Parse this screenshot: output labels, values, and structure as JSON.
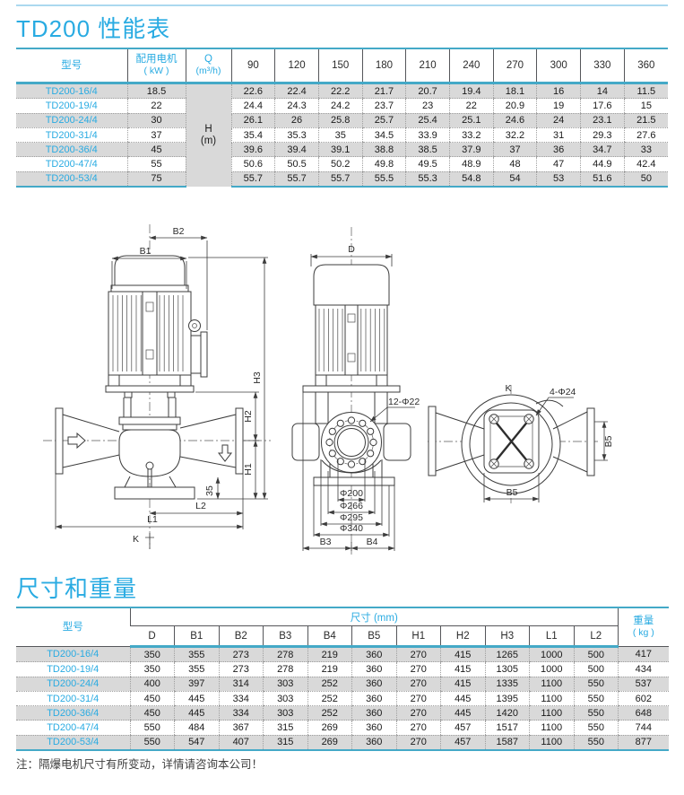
{
  "page": {
    "title_performance": "TD200 性能表",
    "title_dimensions": "尺寸和重量",
    "note": "注：隔爆电机尺寸有所变动，详情请咨询本公司！",
    "accent_color": "#29abe2",
    "table_line_color": "#44a9c7",
    "stripe_color": "#d9d9d9"
  },
  "performance_table": {
    "model_label": "型号",
    "power_label": "配用电机",
    "power_unit": "( kW )",
    "q_label": "Q",
    "q_unit": "(m³/h)",
    "h_label": "H",
    "h_unit": "(m)",
    "flows": [
      "90",
      "120",
      "150",
      "180",
      "210",
      "240",
      "270",
      "300",
      "330",
      "360"
    ],
    "rows": [
      {
        "model": "TD200-16/4",
        "power": "18.5",
        "heads": [
          "22.6",
          "22.4",
          "22.2",
          "21.7",
          "20.7",
          "19.4",
          "18.1",
          "16",
          "14",
          "11.5"
        ]
      },
      {
        "model": "TD200-19/4",
        "power": "22",
        "heads": [
          "24.4",
          "24.3",
          "24.2",
          "23.7",
          "23",
          "22",
          "20.9",
          "19",
          "17.6",
          "15"
        ]
      },
      {
        "model": "TD200-24/4",
        "power": "30",
        "heads": [
          "26.1",
          "26",
          "25.8",
          "25.7",
          "25.4",
          "25.1",
          "24.6",
          "24",
          "23.1",
          "21.5"
        ]
      },
      {
        "model": "TD200-31/4",
        "power": "37",
        "heads": [
          "35.4",
          "35.3",
          "35",
          "34.5",
          "33.9",
          "33.2",
          "32.2",
          "31",
          "29.3",
          "27.6"
        ]
      },
      {
        "model": "TD200-36/4",
        "power": "45",
        "heads": [
          "39.6",
          "39.4",
          "39.1",
          "38.8",
          "38.5",
          "37.9",
          "37",
          "36",
          "34.7",
          "33"
        ]
      },
      {
        "model": "TD200-47/4",
        "power": "55",
        "heads": [
          "50.6",
          "50.5",
          "50.2",
          "49.8",
          "49.5",
          "48.9",
          "48",
          "47",
          "44.9",
          "42.4"
        ]
      },
      {
        "model": "TD200-53/4",
        "power": "75",
        "heads": [
          "55.7",
          "55.7",
          "55.7",
          "55.5",
          "55.3",
          "54.8",
          "54",
          "53",
          "51.6",
          "50"
        ]
      }
    ]
  },
  "dimension_table": {
    "model_label": "型号",
    "size_label": "尺寸 (mm)",
    "weight_label": "重量",
    "weight_unit": "( kg )",
    "columns": [
      "D",
      "B1",
      "B2",
      "B3",
      "B4",
      "B5",
      "H1",
      "H2",
      "H3",
      "L1",
      "L2"
    ],
    "rows": [
      {
        "model": "TD200-16/4",
        "values": [
          "350",
          "355",
          "273",
          "278",
          "219",
          "360",
          "270",
          "415",
          "1265",
          "1000",
          "500"
        ],
        "weight": "417"
      },
      {
        "model": "TD200-19/4",
        "values": [
          "350",
          "355",
          "273",
          "278",
          "219",
          "360",
          "270",
          "415",
          "1305",
          "1000",
          "500"
        ],
        "weight": "434"
      },
      {
        "model": "TD200-24/4",
        "values": [
          "400",
          "397",
          "314",
          "303",
          "252",
          "360",
          "270",
          "415",
          "1335",
          "1100",
          "550"
        ],
        "weight": "537"
      },
      {
        "model": "TD200-31/4",
        "values": [
          "450",
          "445",
          "334",
          "303",
          "252",
          "360",
          "270",
          "445",
          "1395",
          "1100",
          "550"
        ],
        "weight": "602"
      },
      {
        "model": "TD200-36/4",
        "values": [
          "450",
          "445",
          "334",
          "303",
          "252",
          "360",
          "270",
          "445",
          "1420",
          "1100",
          "550"
        ],
        "weight": "648"
      },
      {
        "model": "TD200-47/4",
        "values": [
          "550",
          "484",
          "367",
          "315",
          "269",
          "360",
          "270",
          "457",
          "1517",
          "1100",
          "550"
        ],
        "weight": "744"
      },
      {
        "model": "TD200-53/4",
        "values": [
          "550",
          "547",
          "407",
          "315",
          "269",
          "360",
          "270",
          "457",
          "1587",
          "1100",
          "550"
        ],
        "weight": "877"
      }
    ]
  },
  "drawings": {
    "side_view": {
      "b1": "B1",
      "b2": "B2",
      "h1": "H1",
      "h2": "H2",
      "h3": "H3",
      "l1": "L1",
      "l2": "L2",
      "dim35": "35",
      "k": "K"
    },
    "front_view": {
      "d": "D",
      "bolt_note": "12-Φ22",
      "dia1": "Φ200",
      "dia2": "Φ266",
      "dia3": "Φ295",
      "dia4": "Φ340",
      "b3": "B3",
      "b4": "B4"
    },
    "top_view": {
      "k": "K",
      "bolt_note": "4-Φ24",
      "b5_right": "B5",
      "b5_bottom": "B5"
    }
  }
}
